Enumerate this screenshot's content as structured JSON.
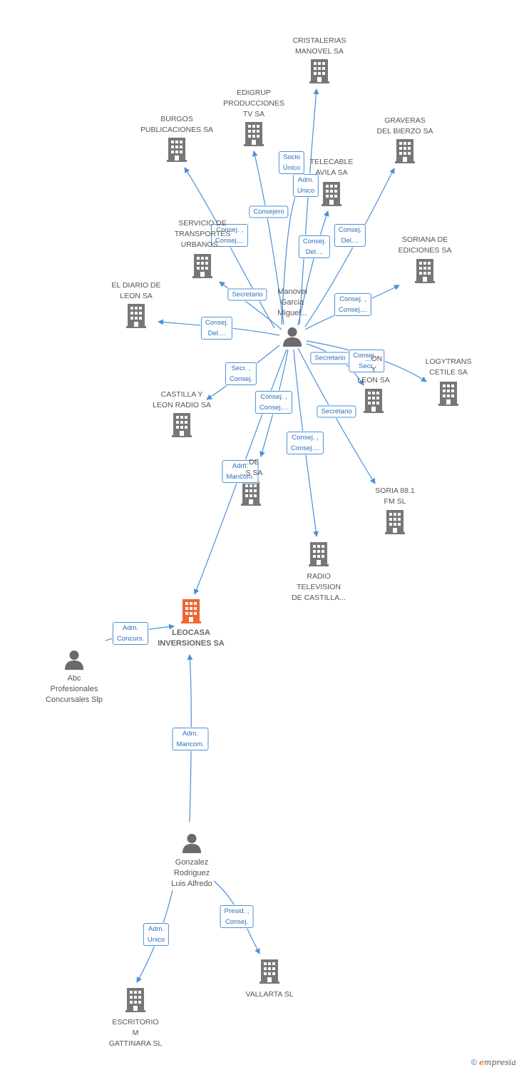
{
  "colors": {
    "edge": "#4a90d9",
    "building": "#777777",
    "focus_building": "#f26532",
    "person": "#6b6b6b",
    "label_text": "#555555",
    "edge_label_border": "#4a90d9",
    "edge_label_text": "#2a6ebb"
  },
  "nodes": [
    {
      "id": "cristalerias",
      "kind": "company",
      "label": "CRISTALERIAS\nMANOVEL SA"
    },
    {
      "id": "edigrup",
      "kind": "company",
      "label": "EDIGRUP\nPRODUCCIONES\nTV SA"
    },
    {
      "id": "burgos",
      "kind": "company",
      "label": "BURGOS\nPUBLICACIONES SA"
    },
    {
      "id": "graveras",
      "kind": "company",
      "label": "GRAVERAS\nDEL BIERZO SA"
    },
    {
      "id": "telecable",
      "kind": "company",
      "label": "TELECABLE\nAVILA SA"
    },
    {
      "id": "servicio",
      "kind": "company",
      "label": "SERVICIO DE\nTRANSPORTES\nURBANOS..."
    },
    {
      "id": "soriana",
      "kind": "company",
      "label": "SORIANA DE\nEDICIONES SA"
    },
    {
      "id": "diario",
      "kind": "company",
      "label": "EL DIARIO DE\nLEON SA"
    },
    {
      "id": "manovel",
      "kind": "person",
      "label": "Manovel\nGarcia\nMiguel..."
    },
    {
      "id": "comunicacion",
      "kind": "company",
      "label": "...ON\nY\nLEON SA"
    },
    {
      "id": "logytrans",
      "kind": "company",
      "label": "LOGYTRANS\nCETILE SA"
    },
    {
      "id": "castilla",
      "kind": "company",
      "label": "CASTILLA Y\nLEON RADIO SA"
    },
    {
      "id": "hidden",
      "kind": "company",
      "label": "...DE\n...S SA"
    },
    {
      "id": "soria",
      "kind": "company",
      "label": "SORIA 88.1\nFM SL"
    },
    {
      "id": "radio",
      "kind": "company",
      "label": "RADIO\nTELEVISION\nDE CASTILLA..."
    },
    {
      "id": "leocasa",
      "kind": "focus",
      "label": "LEOCASA\nINVERSIONES SA"
    },
    {
      "id": "abc",
      "kind": "person",
      "label": "Abc\nProfesionales\nConcursales Slp"
    },
    {
      "id": "gonzalez",
      "kind": "person",
      "label": "Gonzalez\nRodriguez\nLuis Alfredo"
    },
    {
      "id": "escritorio",
      "kind": "company",
      "label": "ESCRITORIO\nM\nGATTINARA SL"
    },
    {
      "id": "vallarta",
      "kind": "company",
      "label": "VALLARTA SL"
    }
  ],
  "edges": [
    {
      "id": "e-cristalerias",
      "from": "manovel",
      "to": "cristalerias",
      "label": "Adm.\nUnico"
    },
    {
      "id": "e-edigrup",
      "from": "manovel",
      "to": "edigrup",
      "label": "Consejero"
    },
    {
      "id": "e-burgos",
      "from": "manovel",
      "to": "burgos",
      "label": "Consej. ,\nConsej...."
    },
    {
      "id": "e-graveras",
      "from": "manovel",
      "to": "graveras",
      "label": "Consej.\nDel...."
    },
    {
      "id": "e-telecable",
      "from": "manovel",
      "to": "telecable",
      "label": "Consej.\nDel...."
    },
    {
      "id": "e-servicio",
      "from": "manovel",
      "to": "servicio",
      "label": "Secretario"
    },
    {
      "id": "e-soriana",
      "from": "manovel",
      "to": "soriana",
      "label": "Consej. ,\nConsej...."
    },
    {
      "id": "e-diario",
      "from": "manovel",
      "to": "diario",
      "label": "Consej.\nDel...."
    },
    {
      "id": "e-comunicacion",
      "from": "manovel",
      "to": "comunicacion",
      "label": "Secretario"
    },
    {
      "id": "e-logytrans",
      "from": "manovel",
      "to": "logytrans",
      "label": "Consej. ,\nSecr."
    },
    {
      "id": "e-castilla",
      "from": "manovel",
      "to": "castilla",
      "label": "Secr. ,\nConsej."
    },
    {
      "id": "e-hidden",
      "from": "manovel",
      "to": "hidden",
      "label": "Consej. ,\nConsej...."
    },
    {
      "id": "e-soria",
      "from": "manovel",
      "to": "soria",
      "label": "Secretario"
    },
    {
      "id": "e-radio",
      "from": "manovel",
      "to": "radio",
      "label": "Consej. ,\nConsej...."
    },
    {
      "id": "e-leocasa-manovel",
      "from": "manovel",
      "to": "leocasa",
      "label": "Adm.\nMancom."
    },
    {
      "id": "e-leocasa-abc",
      "from": "abc",
      "to": "leocasa",
      "label": "Adm.\nConcurs."
    },
    {
      "id": "e-leocasa-gonzalez",
      "from": "gonzalez",
      "to": "leocasa",
      "label": "Adm.\nMancom."
    },
    {
      "id": "e-escritorio",
      "from": "gonzalez",
      "to": "escritorio",
      "label": "Adm.\nUnico"
    },
    {
      "id": "e-vallarta",
      "from": "gonzalez",
      "to": "vallarta",
      "label": "Presid. ,\nConsej."
    },
    {
      "id": "e-socio",
      "from": "manovel",
      "to": "cristalerias",
      "label": "Socio\nÚnico"
    }
  ],
  "footer": {
    "copyright": "©",
    "brand_first": "e",
    "brand_rest": "mpresia"
  }
}
